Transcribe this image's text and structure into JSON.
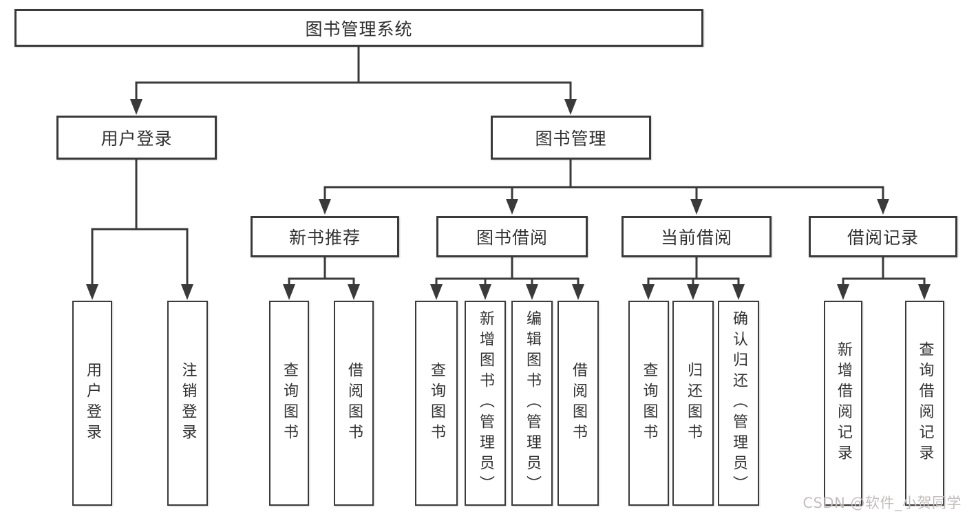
{
  "diagram": {
    "root": {
      "label": "图书管理系统"
    },
    "branches": [
      {
        "label": "用户登录",
        "children": [
          {
            "label": "用户登录"
          },
          {
            "label": "注销登录"
          }
        ]
      },
      {
        "label": "图书管理",
        "children": [
          {
            "label": "新书推荐",
            "children": [
              {
                "label": "查询图书"
              },
              {
                "label": "借阅图书"
              }
            ]
          },
          {
            "label": "图书借阅",
            "children": [
              {
                "label": "查询图书"
              },
              {
                "label": "新增图书（管理员）"
              },
              {
                "label": "编辑图书（管理员）"
              },
              {
                "label": "借阅图书"
              }
            ]
          },
          {
            "label": "当前借阅",
            "children": [
              {
                "label": "查询图书"
              },
              {
                "label": "归还图书"
              },
              {
                "label": "确认归还（管理员）"
              }
            ]
          },
          {
            "label": "借阅记录",
            "children": [
              {
                "label": "新增借阅记录"
              },
              {
                "label": "查询借阅记录"
              }
            ]
          }
        ]
      }
    ]
  },
  "watermark": {
    "text": "CSDN @软件_小贺同学"
  },
  "colors": {
    "line": "#3a3a3a",
    "text": "#303030",
    "box_bg": "#ffffff",
    "page_bg": "#ffffff",
    "watermark": "#c3bebe"
  }
}
